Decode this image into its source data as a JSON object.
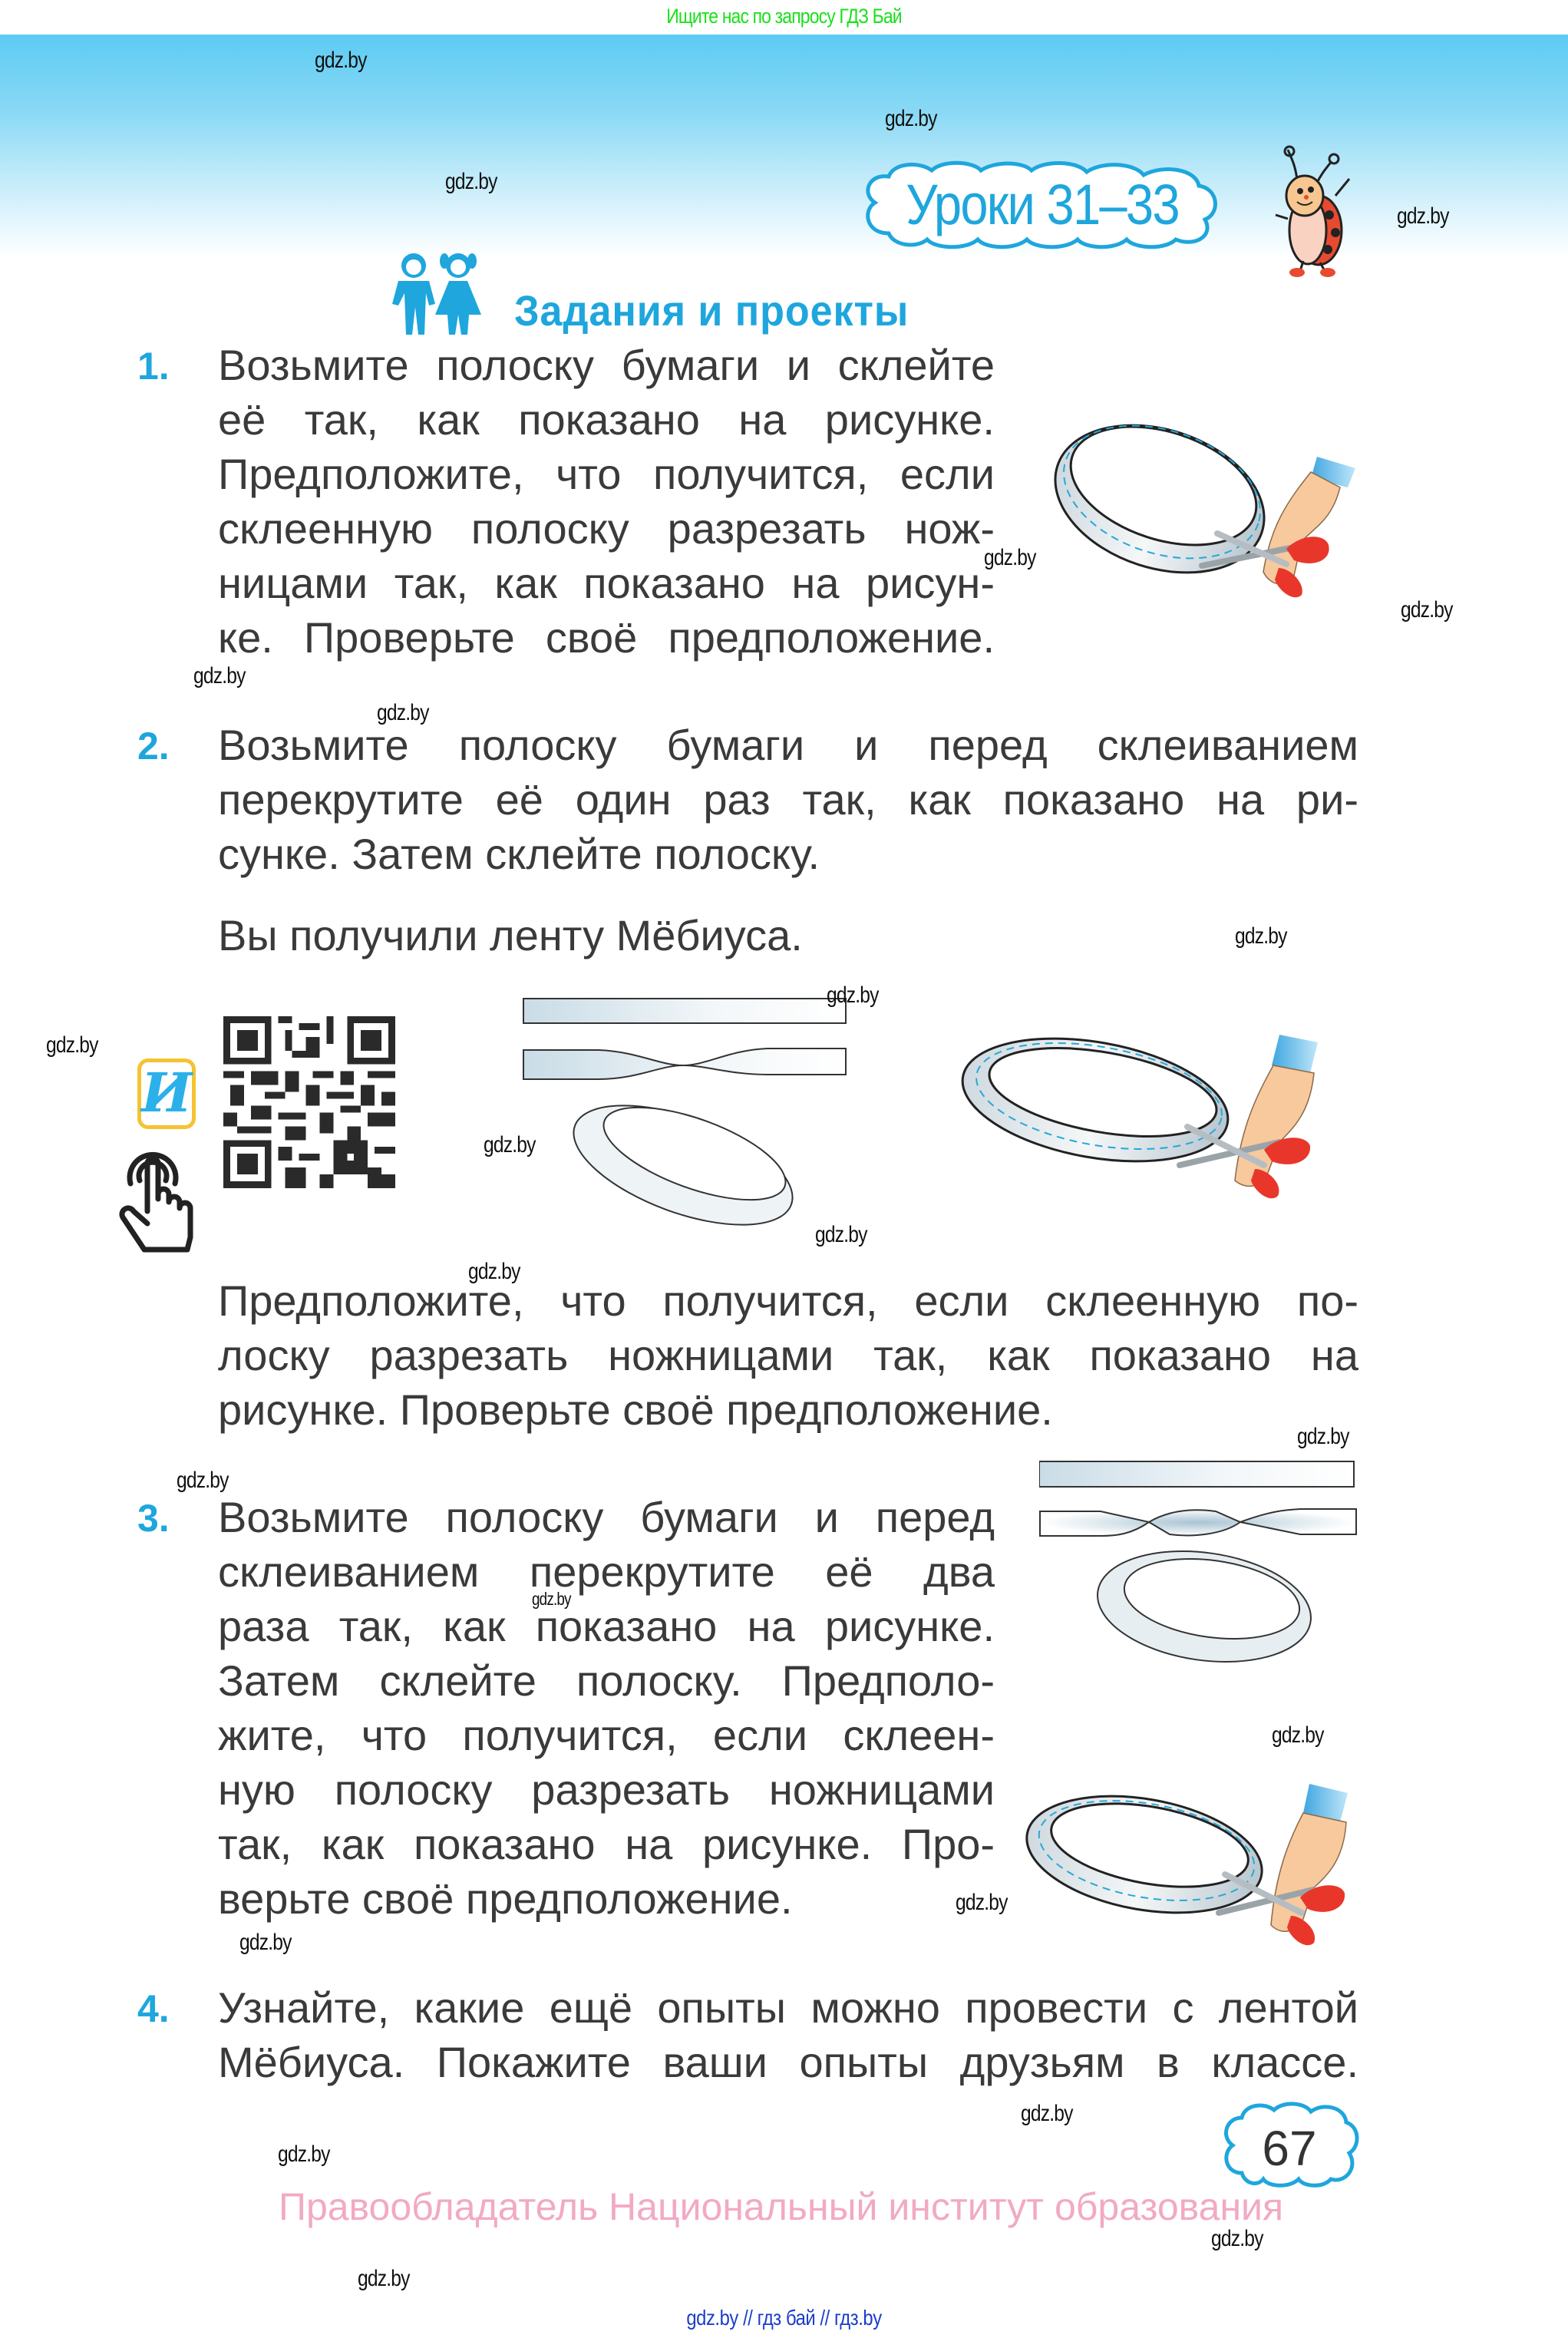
{
  "top_banner": "Ищите нас по запросу ГДЗ Бай",
  "lesson_title": "Уроки 31–33",
  "section_title": "Задания и проекты",
  "tasks": [
    {
      "number": "1.",
      "lines": [
        "Возьмите полоску бумаги и склейте",
        "её так, как показано на рисунке.",
        "Предположите, что получится, если",
        "склеенную полоску разрезать нож-",
        "ницами так, как показано на рисун-",
        "ке. Проверьте своё предположение."
      ]
    },
    {
      "number": "2.",
      "lines": [
        "Возьмите полоску бумаги и перед склеиванием",
        "перекрутите её один раз так, как показано на ри-",
        "сунке. Затем склейте полоску."
      ],
      "result": "Вы получили ленту Мёбиуса.",
      "followup_lines": [
        "Предположите, что получится, если склеенную по-",
        "лоску разрезать ножницами так, как показано на",
        "рисунке. Проверьте своё предположение."
      ]
    },
    {
      "number": "3.",
      "lines": [
        "Возьмите полоску бумаги и перед",
        "склеиванием перекрутите её два",
        "раза так, как показано на рисунке.",
        "Затем склейте полоску. Предполо-",
        "жите, что получится, если склеен-",
        "ную полоску разрезать ножницами",
        "так, как показано на рисунке. Про-",
        "верьте своё предположение."
      ]
    },
    {
      "number": "4.",
      "lines": [
        "Узнайте, какие ещё опыты можно провести с лентой",
        "Мёбиуса. Покажите ваши опыты друзьям в классе."
      ]
    }
  ],
  "interactive_badge_letter": "И",
  "page_number": "67",
  "copyright": "Правообладатель Национальный институт образования",
  "footer": "gdz.by // гдз бай // гдз.by",
  "watermark": "gdz.by",
  "colors": {
    "accent_blue": "#1ea6dd",
    "sky_top": "#5ccbf3",
    "banner_green": "#19e01a",
    "copyright_pink": "#f2a9c4",
    "footer_blue": "#1b3ec9",
    "scissors_red": "#e8372a",
    "badge_yellow": "#f5c232"
  }
}
